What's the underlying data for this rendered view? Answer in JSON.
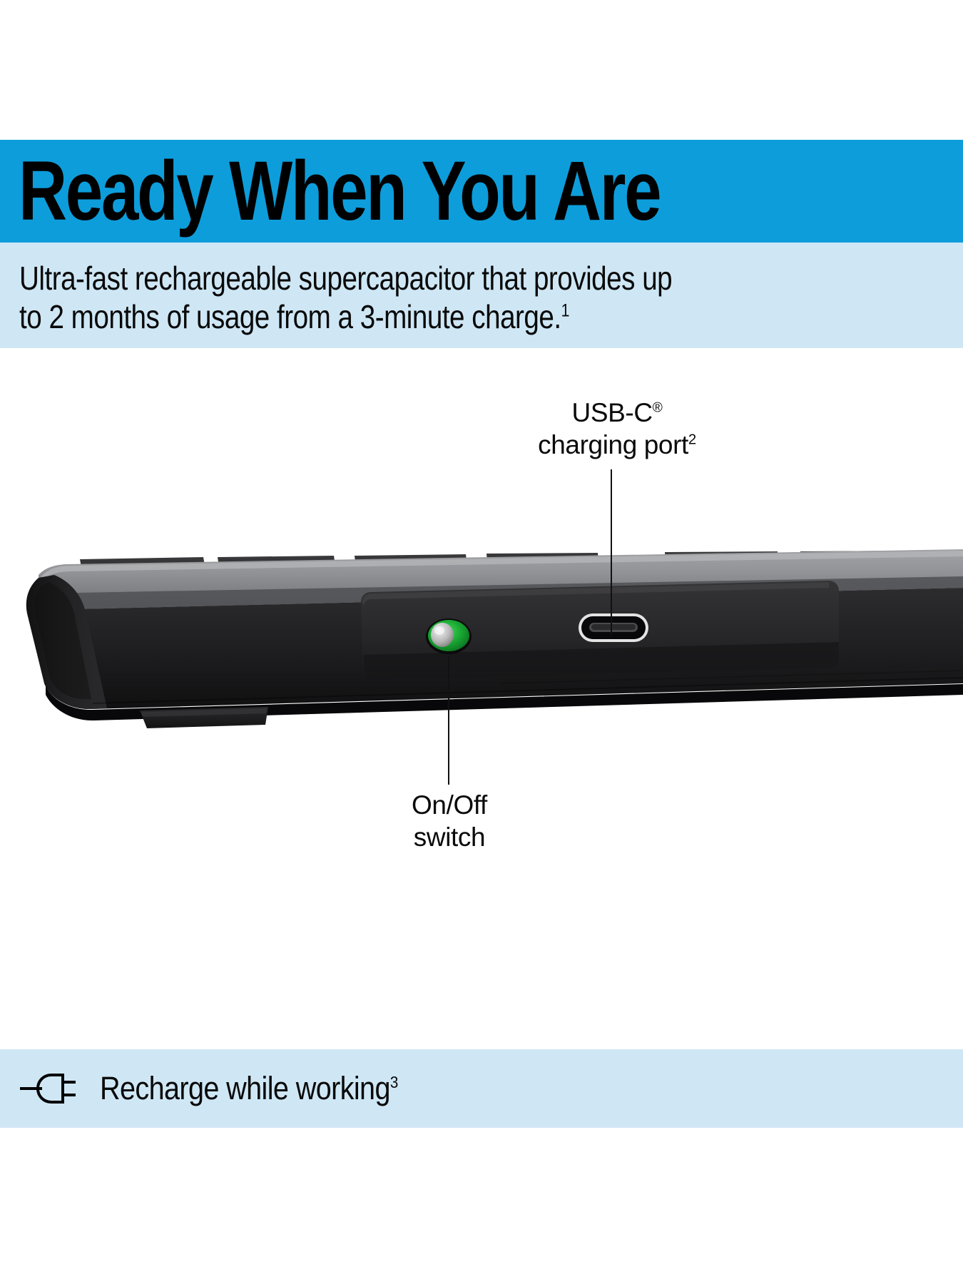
{
  "headline": {
    "text": "Ready When You Are",
    "band_color": "#0d9ddb",
    "text_color": "#000000"
  },
  "subtitle": {
    "line1": "Ultra-fast rechargeable supercapacitor that provides up",
    "line2": "to 2 months of usage from a 3-minute charge.",
    "footnote": "1",
    "band_color": "#cfe7f5"
  },
  "callouts": {
    "usbc": {
      "line1": "USB-C",
      "line1_mark": "®",
      "line2": "charging port",
      "footnote": "2",
      "leader_color": "#111111"
    },
    "onoff": {
      "line1": "On/Off",
      "line2": "switch",
      "leader_color": "#111111"
    }
  },
  "product": {
    "name": "wireless-keyboard-edge-view",
    "top_rail_color": "#8f9093",
    "body_color": "#1b1b1c",
    "keycap_color": "#2b2b2d",
    "module_color": "#242425",
    "switch_color": "#1fb03a",
    "port_color": "#0a0a0a",
    "port_ring_color": "#d8d8d8"
  },
  "feature": {
    "icon": "power-plug-icon",
    "label": "Recharge while working",
    "footnote": "3",
    "band_color": "#cfe7f5"
  }
}
